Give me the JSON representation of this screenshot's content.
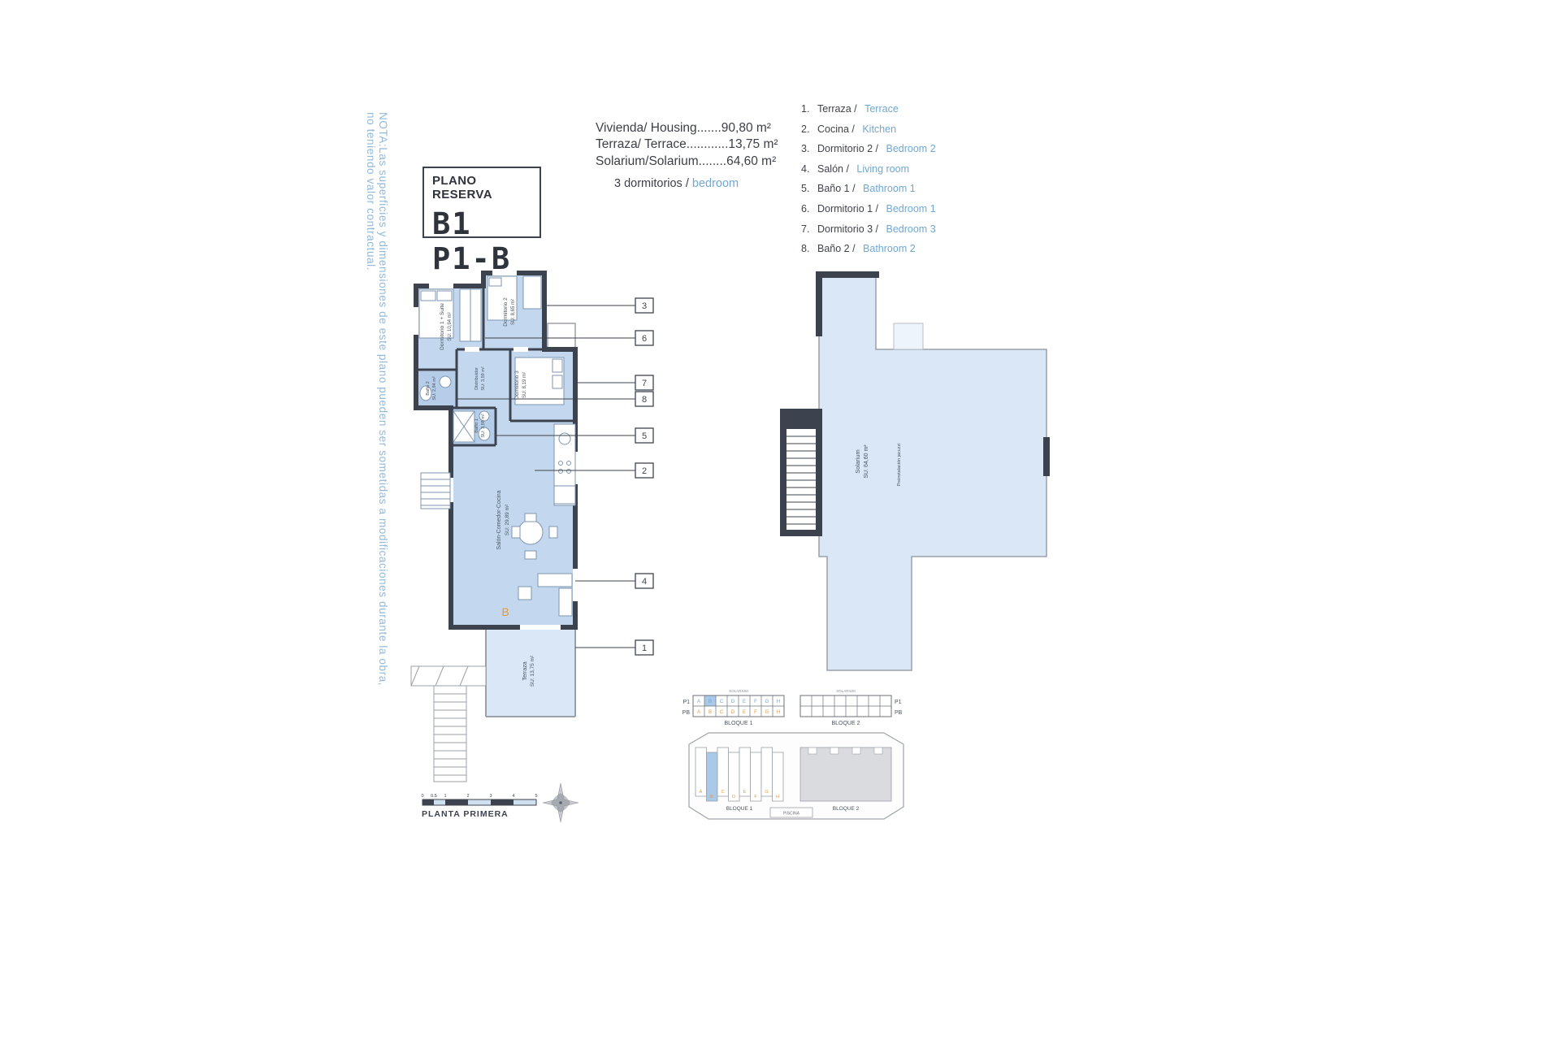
{
  "note_left": "NOTA:Las superficies y dimensiones de este plano pueden ser sometidas a modificaciones durante la obra, no teniendo valor contractual.",
  "title_box": {
    "label": "PLANO RESERVA",
    "unit": "B1 P1-B"
  },
  "summary": {
    "line1": "Vivienda/ Housing.......90,80 m²",
    "line2": "Terraza/ Terrace............13,75 m²",
    "line3": "Solarium/Solarium........64,60 m²",
    "bedrooms_prefix": "3 dormitorios / ",
    "bedrooms_en": "bedroom"
  },
  "legend": {
    "items": [
      {
        "n": "1.",
        "es": "Terraza / ",
        "en": "Terrace"
      },
      {
        "n": "2.",
        "es": "Cocina / ",
        "en": "Kitchen"
      },
      {
        "n": "3.",
        "es": "Dormitorio 2 / ",
        "en": "Bedroom 2"
      },
      {
        "n": "4.",
        "es": "Salón / ",
        "en": "Living room"
      },
      {
        "n": "5.",
        "es": "Baño 1 / ",
        "en": "Bathroom 1"
      },
      {
        "n": "6.",
        "es": "Dormitorio 1 / ",
        "en": "Bedroom 1"
      },
      {
        "n": "7.",
        "es": "Dormitorio 3 / ",
        "en": "Bedroom 3"
      },
      {
        "n": "8.",
        "es": "Baño 2 / ",
        "en": "Bathroom 2"
      }
    ]
  },
  "plan": {
    "unit_letter": "B",
    "rooms": {
      "dorm1": {
        "name": "Dormitorio 1 + Suite",
        "su": "SU: 10,94 m²"
      },
      "dorm2": {
        "name": "Dormitorio 2",
        "su": "SU: 8,65 m²"
      },
      "bano2": {
        "name": "Baño 2",
        "su": "SU: 2,94 m²"
      },
      "distribuidor": {
        "name": "Distribuidor",
        "su": "SU: 3,59 m²"
      },
      "dorm3": {
        "name": "Dormitorio 3",
        "su": "SU: 8,19 m²"
      },
      "bano1": {
        "name": "Baño 1",
        "su": "SU: 3,58 m²"
      },
      "salon": {
        "name": "Salón-Comedor-Cocina",
        "su": "SU: 29,89 m²"
      },
      "terraza": {
        "name": "Terraza",
        "su": "SU: 13,75 m²"
      }
    },
    "tags": {
      "t1": "1",
      "t2": "2",
      "t3": "3",
      "t4": "4",
      "t5": "5",
      "t6": "6",
      "t7": "7",
      "t8": "8"
    }
  },
  "solarium": {
    "name": "Solarium",
    "su": "SU: 64,60 m²",
    "side": "Preinstalación jacuzzi"
  },
  "blocks": {
    "p1": "P1",
    "pb": "PB",
    "solarium_label": "SOLARIUM",
    "bloque1": "BLOQUE 1",
    "bloque2": "BLOQUE 2",
    "piscina": "PISCINA",
    "letters": [
      "A",
      "B",
      "C",
      "D",
      "E",
      "F",
      "G",
      "H"
    ]
  },
  "footer": {
    "plan_name": "PLANTA PRIMERA",
    "ticks": [
      "0",
      "0.5",
      "1",
      "2",
      "3",
      "4",
      "5"
    ]
  }
}
